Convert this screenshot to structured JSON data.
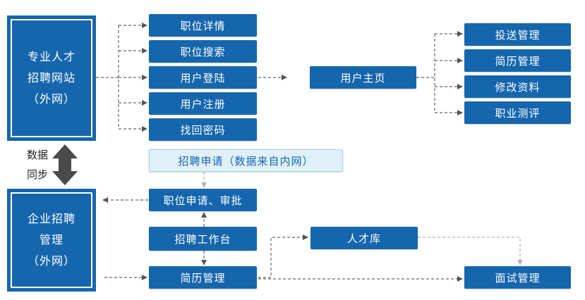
{
  "portal": {
    "line1": "专业人才",
    "line2": "招聘网站",
    "line3": "（外网）"
  },
  "enterprise": {
    "line1": "企业招聘",
    "line2": "管理",
    "line3": "（外网）"
  },
  "sync": {
    "line1": "数据",
    "line2": "同步"
  },
  "portal_functions": [
    "职位详情",
    "职位搜索",
    "用户登陆",
    "用户注册",
    "找回密码"
  ],
  "user_home": "用户主页",
  "user_functions": [
    "投送管理",
    "简历管理",
    "修改资料",
    "职业测评"
  ],
  "recruit_request": "招聘申请（数据来自内网）",
  "approval": "职位申请、审批",
  "workbench": "招聘工作台",
  "resume_mgmt": "简历管理",
  "talent_pool": "人才库",
  "interview_mgmt": "面试管理",
  "colors": {
    "primary": "#1566ad",
    "light": "#dff0f9",
    "arrow": "#666666",
    "sync_arrow": "#4a4a4a"
  }
}
